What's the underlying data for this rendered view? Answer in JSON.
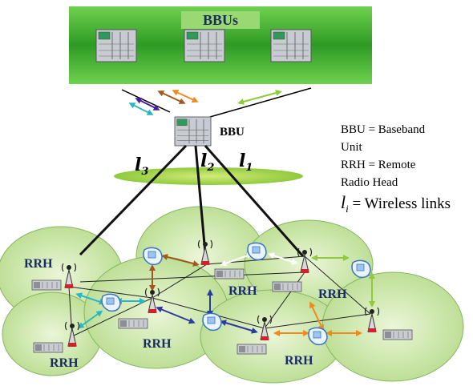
{
  "bbu_pool": {
    "label": "BBUs"
  },
  "bbu": {
    "label": "BBU"
  },
  "links": {
    "l3": {
      "symbol": "l",
      "sub": "3"
    },
    "l2": {
      "symbol": "l",
      "sub": "2"
    },
    "l1": {
      "symbol": "l",
      "sub": "1"
    }
  },
  "legend": {
    "line1": "BBU = Baseband",
    "line2": "Unit",
    "line3": "RRH = Remote",
    "line4": "Radio Head",
    "line5_symbol": "l",
    "line5_sub": "i",
    "line5_text": " = Wireless links"
  },
  "rrh_labels": [
    "RRH",
    "RRH",
    "RRH",
    "RRH",
    "RRH",
    "RRH"
  ],
  "colors": {
    "pool_green": "#3fae2a",
    "cell_green": "#b9dd8a",
    "ellipse_green": "#8fca3c",
    "label_blue": "#1a2a66"
  }
}
